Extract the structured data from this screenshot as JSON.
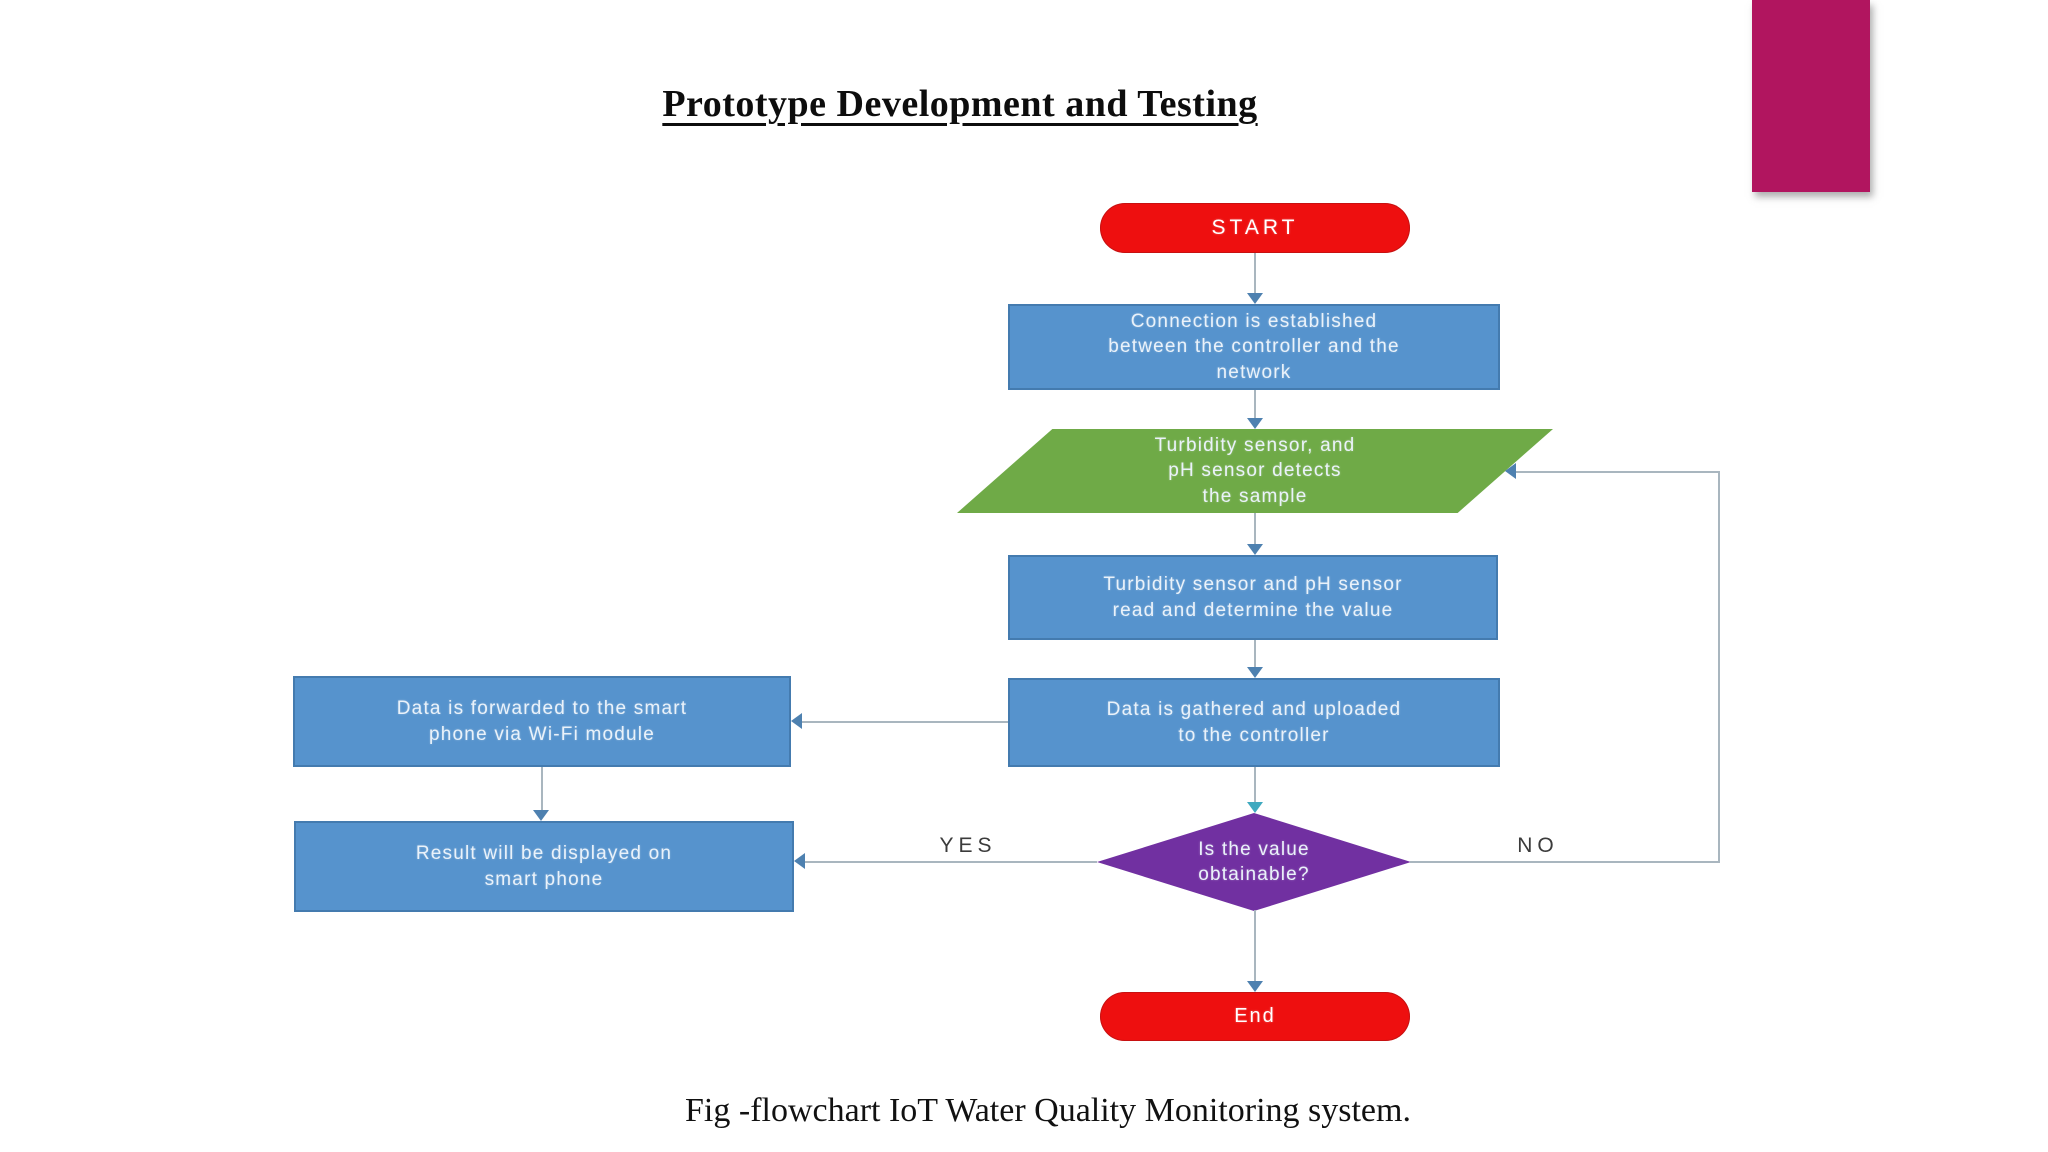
{
  "slide": {
    "title": "Prototype Development and Testing",
    "caption": "Fig -flowchart IoT Water Quality Monitoring system."
  },
  "colors": {
    "process_blue": "#5693cd",
    "io_green": "#6faa47",
    "decision_purple": "#7130a1",
    "terminator_red": "#ee0f0f",
    "accent_magenta": "#b1155f",
    "connector_gray": "#a9b6bf",
    "arrowhead_blue": "#4e81b0",
    "arrowhead_teal": "#3fa9bf",
    "branch_label_gray": "#3b3b3b"
  },
  "flowchart": {
    "nodes": {
      "start": {
        "shape": "terminator",
        "label": "START"
      },
      "connection": {
        "shape": "process",
        "label": "Connection is established\nbetween the controller and the\nnetwork"
      },
      "detect": {
        "shape": "input-output",
        "label": "Turbidity sensor, and\npH sensor detects\nthe sample"
      },
      "read": {
        "shape": "process",
        "label": "Turbidity sensor and pH sensor\nread and determine the value"
      },
      "gather": {
        "shape": "process",
        "label": "Data is gathered and uploaded\nto the controller"
      },
      "forward": {
        "shape": "process",
        "label": "Data is forwarded to the smart\nphone via Wi-Fi module"
      },
      "display": {
        "shape": "process",
        "label": "Result will be displayed on\nsmart phone"
      },
      "decision": {
        "shape": "decision",
        "label": "Is the value\nobtainable?"
      },
      "end": {
        "shape": "terminator",
        "label": "End"
      }
    },
    "edge_labels": {
      "yes": "YES",
      "no": "NO"
    }
  }
}
